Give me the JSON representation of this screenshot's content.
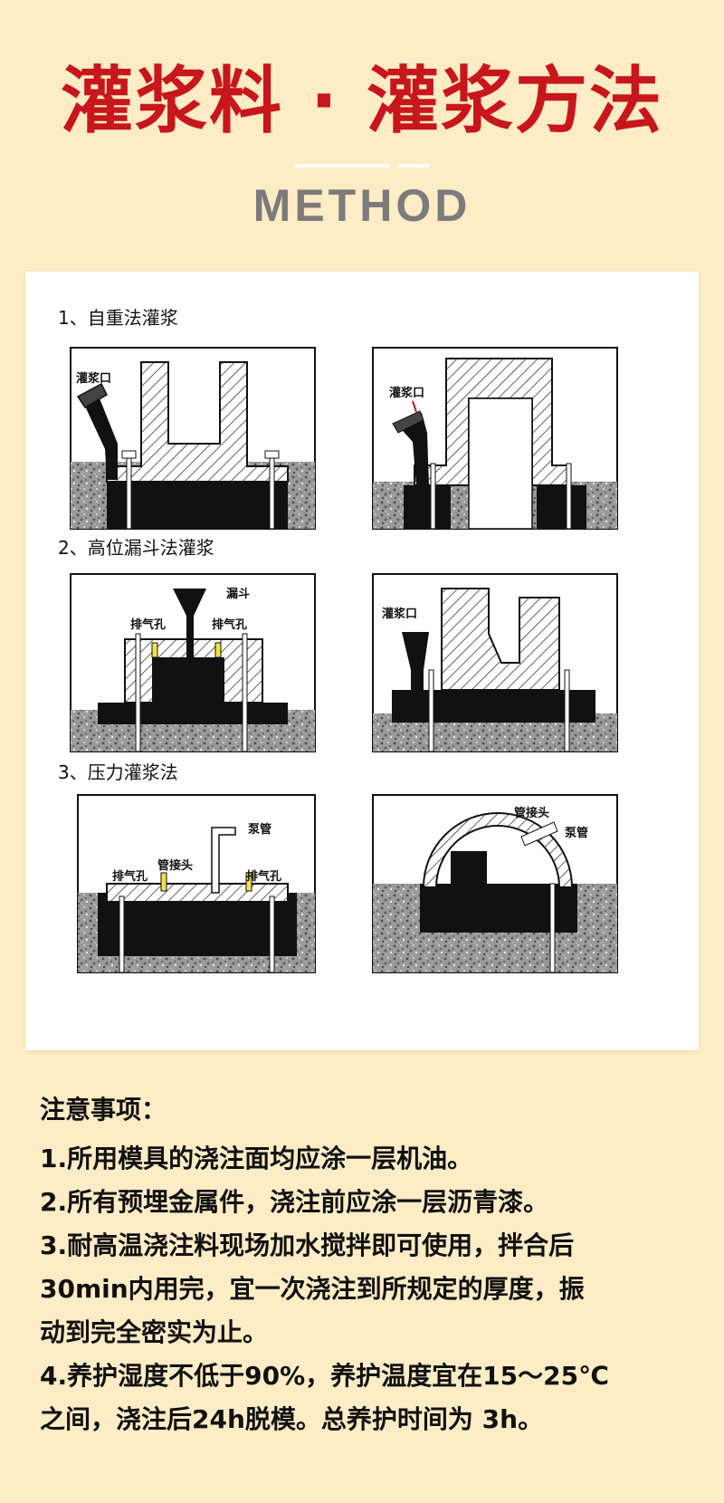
{
  "header": {
    "title": "灌浆料 · 灌浆方法",
    "subtitle": "METHOD"
  },
  "sections": [
    {
      "label": "1、自重法灌浆",
      "diagrams": [
        {
          "callouts": [
            "灌浆口"
          ]
        },
        {
          "callouts": [
            "灌浆口"
          ]
        }
      ]
    },
    {
      "label": "2、高位漏斗法灌浆",
      "diagrams": [
        {
          "callouts": [
            "漏斗",
            "排气孔",
            "排气孔"
          ]
        },
        {
          "callouts": [
            "灌浆口"
          ]
        }
      ]
    },
    {
      "label": "3、压力灌浆法",
      "diagrams": [
        {
          "callouts": [
            "泵管",
            "管接头",
            "排气孔",
            "排气孔"
          ]
        },
        {
          "callouts": [
            "管接头",
            "泵管"
          ]
        }
      ]
    }
  ],
  "notes": {
    "heading": "注意事项：",
    "lines": [
      "1.所用模具的浇注面均应涂一层机油。",
      "2.所有预埋金属件，浇注前应涂一层沥青漆。",
      "3.耐高温浇注料现场加水搅拌即可使用，拌合后",
      "30min内用完，宜一次浇注到所规定的厚度，振",
      "动到完全密实为止。",
      "4.养护湿度不低于90%，养护温度宜在15～25℃",
      "之间，浇注后24h脱模。总养护时间为 3h。"
    ]
  },
  "colors": {
    "background": "#fdecc5",
    "title": "#c8161d",
    "subtitle": "#7b7b7b",
    "grout": "#111111",
    "vent": "#f2e14a"
  }
}
